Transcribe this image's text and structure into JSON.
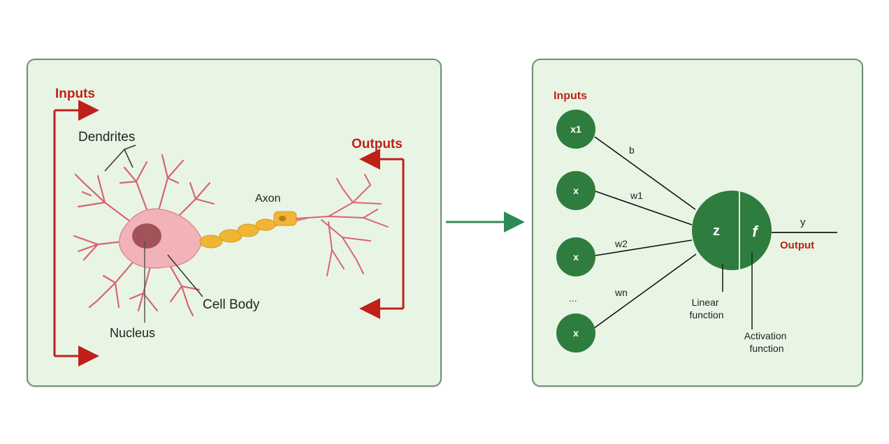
{
  "left_panel": {
    "inputs_label": "Inputs",
    "dendrites_label": "Dendrites",
    "outputs_label": "Outputs",
    "axon_label": "Axon",
    "cell_body_label": "Cell Body",
    "nucleus_label": "Nucleus"
  },
  "right_panel": {
    "inputs_label": "Inputs",
    "input_nodes": [
      "x1",
      "x",
      "x",
      "x"
    ],
    "ellipsis": "...",
    "weights": [
      "b",
      "w1",
      "w2",
      "wn"
    ],
    "sum_symbol": "z",
    "activation_symbol": "f",
    "output_var": "y",
    "output_label": "Output",
    "linear_function_label": [
      "Linear",
      "function"
    ],
    "activation_function_label": [
      "Activation",
      "function"
    ]
  },
  "colors": {
    "panel_bg": "#e8f5e4",
    "panel_border": "#6f8f72",
    "label_red": "#c0201a",
    "arrow_green": "#2e8b57",
    "node_green": "#2e7d3e",
    "dendrite_pink": "#d9646f",
    "soma_pink": "#f2b3b8",
    "nucleus": "#a4525a",
    "myelin": "#f0b632"
  }
}
